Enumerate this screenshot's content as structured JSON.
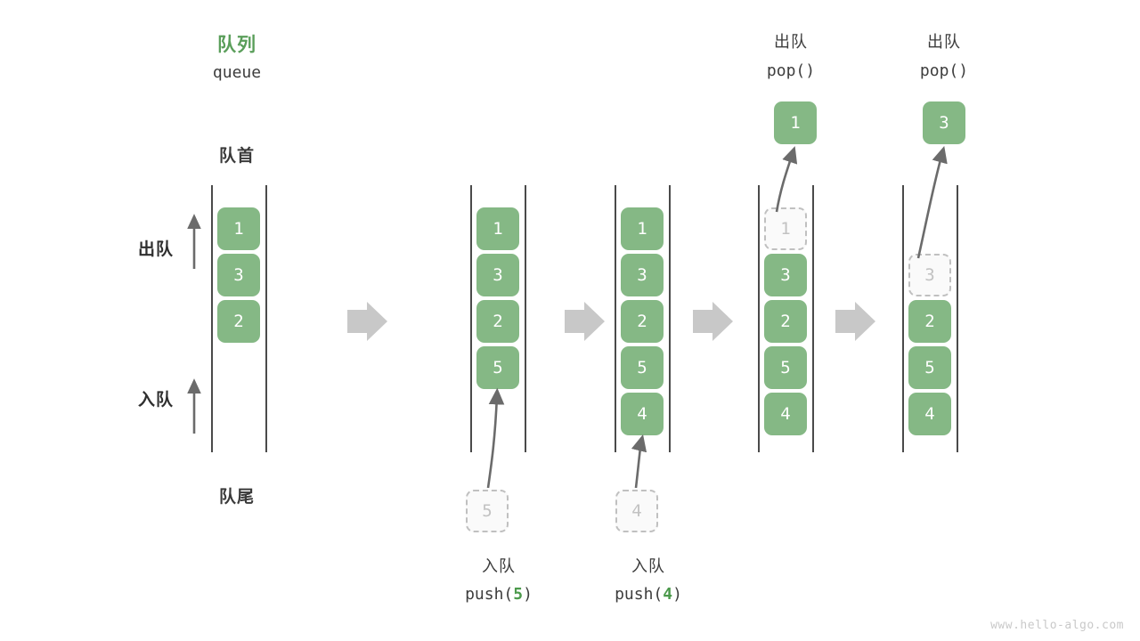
{
  "diagram": {
    "title_cn": "队列",
    "title_en": "queue",
    "front_label": "队首",
    "back_label": "队尾",
    "dequeue_side_label": "出队",
    "enqueue_side_label": "入队",
    "watermark": "www.hello-algo.com",
    "colors": {
      "accent_green": "#85b885",
      "title_green": "#5a9e5a",
      "rail": "#4a4a4a",
      "ghost_border": "#c0c0c0",
      "ghost_text": "#c2c2c2",
      "transition_arrow": "#c8c8c8",
      "text_dark": "#3a3a3a"
    }
  },
  "steps": [
    {
      "id": "initial",
      "cells": [
        {
          "value": "1",
          "state": "solid"
        },
        {
          "value": "3",
          "state": "solid"
        },
        {
          "value": "2",
          "state": "solid"
        }
      ],
      "top_label_cn": "",
      "top_label_code": "",
      "bottom_label_cn": "",
      "bottom_label_code": "",
      "ghost_below": null,
      "popped_value": null
    },
    {
      "id": "push-5",
      "cells": [
        {
          "value": "1",
          "state": "solid"
        },
        {
          "value": "3",
          "state": "solid"
        },
        {
          "value": "2",
          "state": "solid"
        },
        {
          "value": "5",
          "state": "solid"
        }
      ],
      "top_label_cn": "",
      "top_label_code": "",
      "bottom_label_cn": "入队",
      "bottom_label_code": "push(5)",
      "bottom_label_num": "5",
      "ghost_below": "5",
      "popped_value": null
    },
    {
      "id": "push-4",
      "cells": [
        {
          "value": "1",
          "state": "solid"
        },
        {
          "value": "3",
          "state": "solid"
        },
        {
          "value": "2",
          "state": "solid"
        },
        {
          "value": "5",
          "state": "solid"
        },
        {
          "value": "4",
          "state": "solid"
        }
      ],
      "top_label_cn": "",
      "top_label_code": "",
      "bottom_label_cn": "入队",
      "bottom_label_code": "push(4)",
      "bottom_label_num": "4",
      "ghost_below": "4",
      "popped_value": null
    },
    {
      "id": "pop-1",
      "cells": [
        {
          "value": "1",
          "state": "ghost"
        },
        {
          "value": "3",
          "state": "solid"
        },
        {
          "value": "2",
          "state": "solid"
        },
        {
          "value": "5",
          "state": "solid"
        },
        {
          "value": "4",
          "state": "solid"
        }
      ],
      "top_label_cn": "出队",
      "top_label_code": "pop()",
      "bottom_label_cn": "",
      "bottom_label_code": "",
      "ghost_below": null,
      "popped_value": "1"
    },
    {
      "id": "pop-3",
      "cells": [
        {
          "value": "",
          "state": "empty"
        },
        {
          "value": "3",
          "state": "ghost"
        },
        {
          "value": "2",
          "state": "solid"
        },
        {
          "value": "5",
          "state": "solid"
        },
        {
          "value": "4",
          "state": "solid"
        }
      ],
      "top_label_cn": "出队",
      "top_label_code": "pop()",
      "bottom_label_cn": "",
      "bottom_label_code": "",
      "ghost_below": null,
      "popped_value": "3"
    }
  ],
  "transition_arrows": [
    {
      "id": "t1"
    },
    {
      "id": "t2"
    },
    {
      "id": "t3"
    },
    {
      "id": "t4"
    }
  ]
}
